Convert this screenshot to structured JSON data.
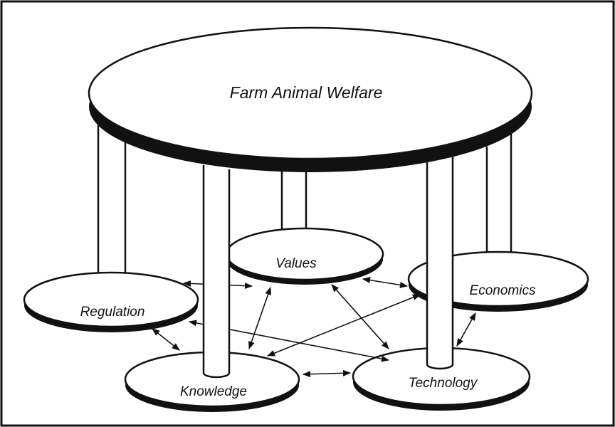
{
  "diagram": {
    "table_top": {
      "label": "Farm Animal Welfare"
    },
    "pillars": [
      {
        "id": "values",
        "label": "Values"
      },
      {
        "id": "regulation",
        "label": "Regulation"
      },
      {
        "id": "economics",
        "label": "Economics"
      },
      {
        "id": "knowledge",
        "label": "Knowledge"
      },
      {
        "id": "technology",
        "label": "Technology"
      }
    ],
    "connections": [
      [
        "regulation",
        "values"
      ],
      [
        "regulation",
        "knowledge"
      ],
      [
        "regulation",
        "technology"
      ],
      [
        "values",
        "economics"
      ],
      [
        "values",
        "knowledge"
      ],
      [
        "values",
        "technology"
      ],
      [
        "economics",
        "knowledge"
      ],
      [
        "economics",
        "technology"
      ],
      [
        "knowledge",
        "technology"
      ]
    ]
  },
  "colors": {
    "ink": "#111111",
    "paper": "#ffffff"
  }
}
